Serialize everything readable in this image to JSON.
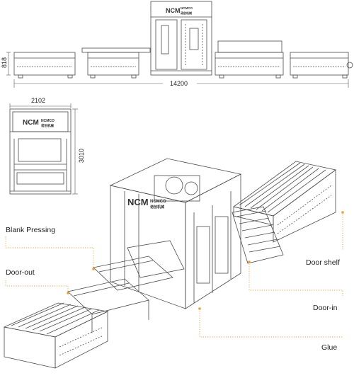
{
  "colors": {
    "line": "#4a4a4a",
    "dim_line": "#555555",
    "leader": "#e8a13a",
    "text": "#222222"
  },
  "dimensions": {
    "total_length": "14200",
    "front_height": "818",
    "side_width": "2102",
    "side_height": "3010"
  },
  "brand": {
    "mark": "NCM",
    "name": "NCMCO",
    "sub": "诺创机械"
  },
  "callouts": {
    "blank_pressing": "Blank Pressing",
    "door_out": "Door-out",
    "door_shelf": "Door shelf",
    "door_in": "Door-in",
    "glue": "Glue"
  }
}
